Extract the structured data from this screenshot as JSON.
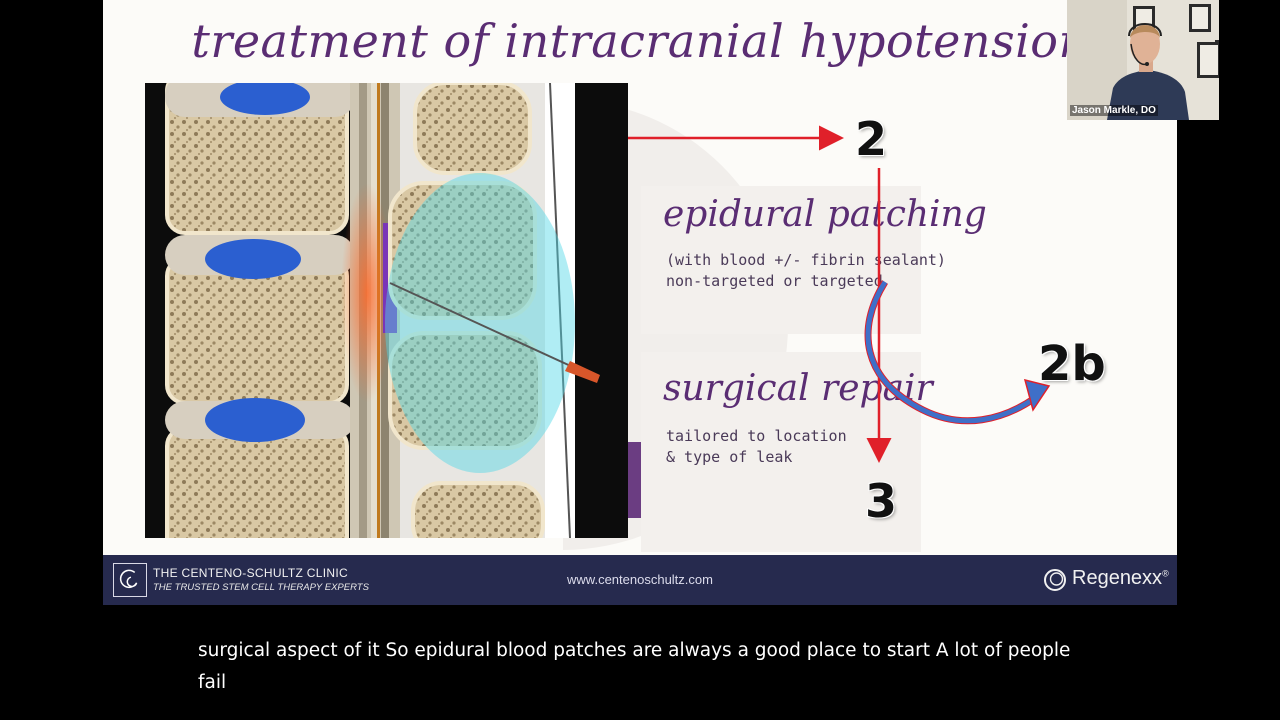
{
  "slide": {
    "title": "treatment of intracranial hypotension",
    "methods": {
      "epidural": {
        "title": "epidural patching",
        "desc_line1": "(with blood +/- fibrin sealant)",
        "desc_line2": "non-targeted or targeted"
      },
      "surgical": {
        "title": "surgical repair",
        "desc_line1": "tailored to location",
        "desc_line2": "& type of leak"
      }
    },
    "steps": {
      "two": "2",
      "two_b": "2b",
      "three": "3"
    },
    "footer": {
      "clinic_name": "THE CENTENO-SCHULTZ CLINIC",
      "clinic_tagline": "THE TRUSTED STEM CELL THERAPY EXPERTS",
      "url": "www.centenoschultz.com",
      "brand": "Regenexx",
      "brand_mark": "®"
    },
    "colors": {
      "title_purple": "#5a2d73",
      "arrow_red": "#e0202a",
      "curve_arrow_blue": "#3f6fc8",
      "footer_navy": "#262a4e"
    }
  },
  "webcam": {
    "participant_name": "Jason Markle, DO"
  },
  "captions": {
    "text": "surgical aspect of it So epidural blood patches are always a good place to start A lot of people fail"
  }
}
